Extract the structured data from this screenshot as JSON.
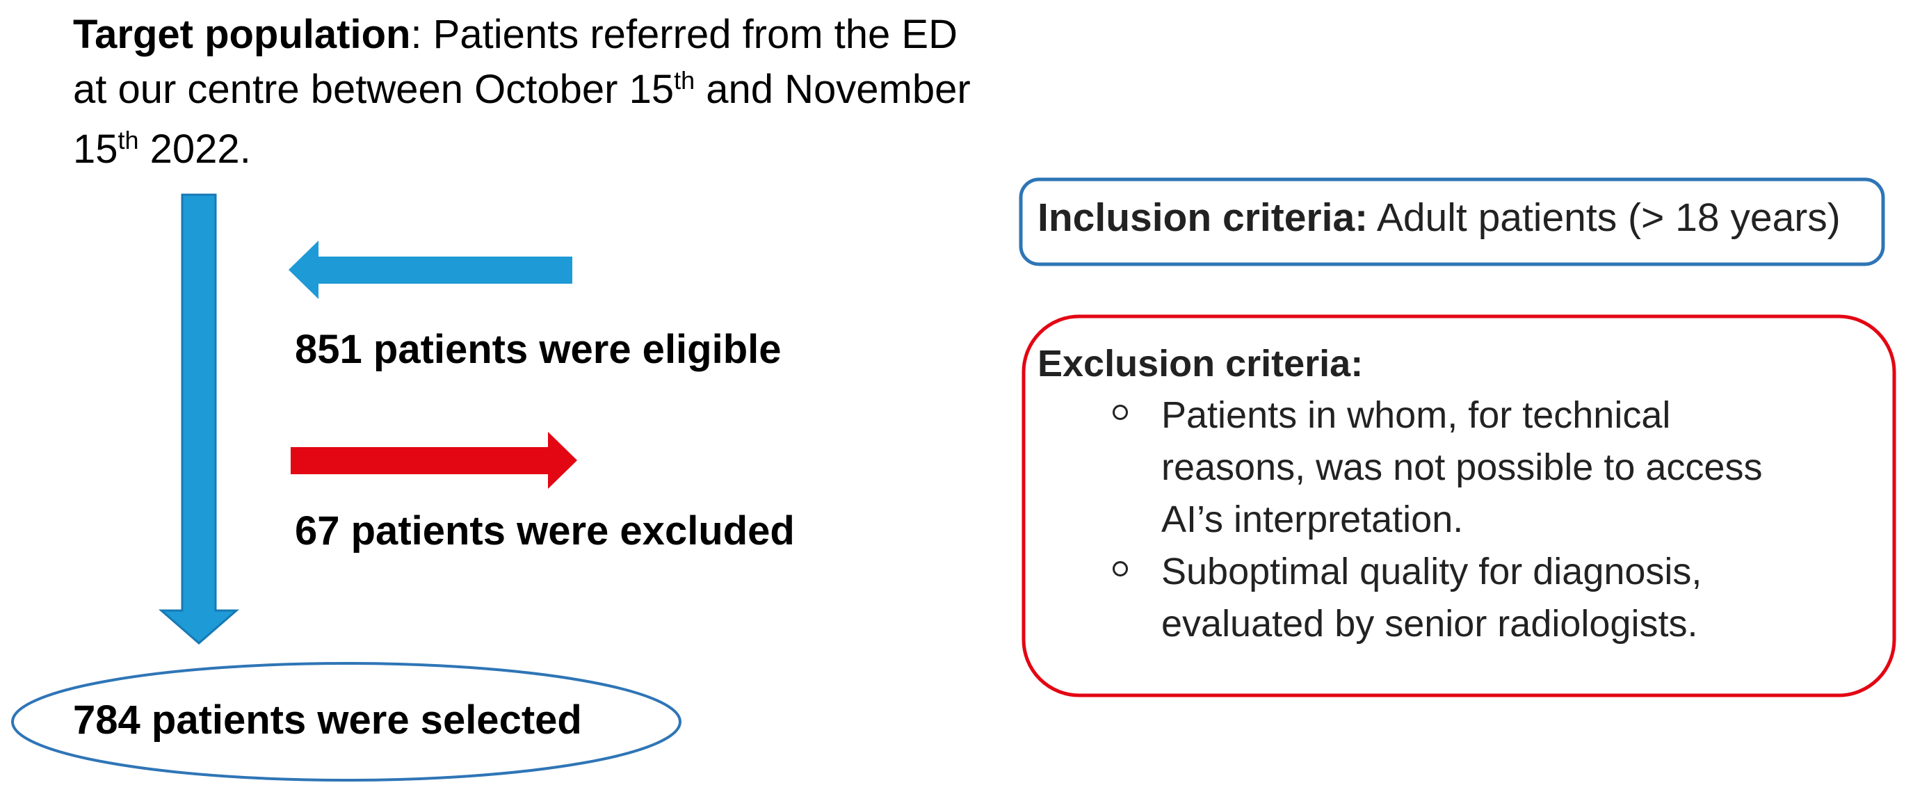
{
  "target": {
    "bold": "Target population",
    "part1": ": Patients referred from the ED at our centre between October 15",
    "sup1": "th",
    "part2": " and November 15",
    "sup2": "th",
    "part3": " 2022."
  },
  "steps": {
    "eligible": "851 patients were eligible",
    "excluded": "67 patients were excluded",
    "selected": "784 patients were selected"
  },
  "inclusion": {
    "label": "Inclusion criteria:",
    "text": " Adult patients (> 18 years)"
  },
  "exclusion": {
    "label": "Exclusion criteria:",
    "items": [
      "Patients in whom, for technical reasons, was not possible to access AI’s interpretation.",
      "Suboptimal quality for diagnosis, evaluated by senior radiologists."
    ]
  },
  "colors": {
    "blue_arrow": "#1E9AD6",
    "blue_arrow_edge": "#1779B4",
    "red_arrow": "#E30613",
    "inclusion_border": "#2E75B6",
    "exclusion_border": "#E30613",
    "ellipse_border": "#2E75B6"
  }
}
